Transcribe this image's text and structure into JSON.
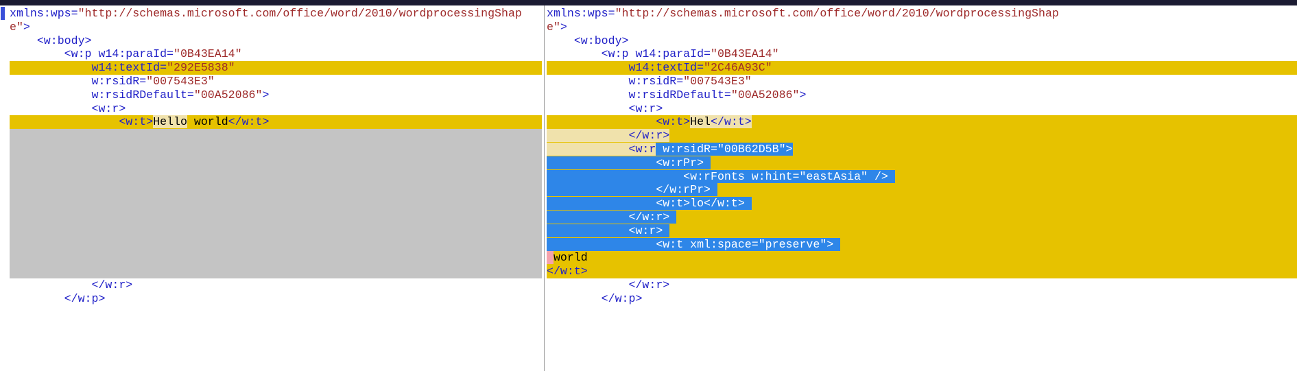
{
  "colors": {
    "top_bar": "#1b1b32",
    "marker": "#3a50d9",
    "divider_line": "#9a9a9a",
    "pane_bg": "#ffffff",
    "gold": "#e6c200",
    "pale": "#f0e2ac",
    "filler_gray": "#c4c4c4",
    "selection": "#2e86e8",
    "pink": "#f5a3ad",
    "markup": "#2121c8",
    "string": "#9e2a2a",
    "plain": "#000000",
    "selected_text": "#ffffff"
  },
  "panes": {
    "left": {
      "lines": [
        {
          "segs": [
            {
              "t": "xmlns:wps=",
              "c": "markup"
            },
            {
              "t": "\"http://schemas.microsoft.com/office/word/2010/wordprocessingShap",
              "c": "string"
            }
          ]
        },
        {
          "segs": [
            {
              "t": "e\"",
              "c": "string"
            },
            {
              "t": ">",
              "c": "markup"
            }
          ]
        },
        {
          "segs": [
            {
              "t": "    <w:body>",
              "c": "markup"
            }
          ]
        },
        {
          "segs": [
            {
              "t": "        <w:p w14:paraId=",
              "c": "markup"
            },
            {
              "t": "\"0B43EA14\"",
              "c": "string"
            }
          ]
        },
        {
          "bg": "gold",
          "segs": [
            {
              "t": "            w14:textId=",
              "c": "markup"
            },
            {
              "t": "\"292E5838\"",
              "c": "string"
            }
          ]
        },
        {
          "segs": [
            {
              "t": "            w:rsidR=",
              "c": "markup"
            },
            {
              "t": "\"007543E3\"",
              "c": "string"
            }
          ]
        },
        {
          "segs": [
            {
              "t": "            w:rsidRDefault=",
              "c": "markup"
            },
            {
              "t": "\"00A52086\"",
              "c": "string"
            },
            {
              "t": ">",
              "c": "markup"
            }
          ]
        },
        {
          "segs": [
            {
              "t": "            <w:r>",
              "c": "markup"
            }
          ]
        },
        {
          "bg": "gold",
          "segs": [
            {
              "t": "                <w:t>",
              "c": "markup"
            },
            {
              "t": "Hello",
              "c": "plain",
              "b": "pale"
            },
            {
              "t": " world",
              "c": "plain"
            },
            {
              "t": "</w:t>",
              "c": "markup"
            }
          ]
        },
        {
          "filler": true,
          "rows": 11
        },
        {
          "segs": [
            {
              "t": "            </w:r>",
              "c": "markup"
            }
          ]
        },
        {
          "segs": [
            {
              "t": "        </w:p>",
              "c": "markup"
            }
          ]
        }
      ]
    },
    "right": {
      "lines": [
        {
          "segs": [
            {
              "t": "xmlns:wps=",
              "c": "markup"
            },
            {
              "t": "\"http://schemas.microsoft.com/office/word/2010/wordprocessingShap",
              "c": "string"
            }
          ]
        },
        {
          "segs": [
            {
              "t": "e\"",
              "c": "string"
            },
            {
              "t": ">",
              "c": "markup"
            }
          ]
        },
        {
          "segs": [
            {
              "t": "    <w:body>",
              "c": "markup"
            }
          ]
        },
        {
          "segs": [
            {
              "t": "        <w:p w14:paraId=",
              "c": "markup"
            },
            {
              "t": "\"0B43EA14\"",
              "c": "string"
            }
          ]
        },
        {
          "bg": "gold",
          "segs": [
            {
              "t": "            w14:textId=",
              "c": "markup"
            },
            {
              "t": "\"2C46A93C\"",
              "c": "string"
            }
          ]
        },
        {
          "segs": [
            {
              "t": "            w:rsidR=",
              "c": "markup"
            },
            {
              "t": "\"007543E3\"",
              "c": "string"
            }
          ]
        },
        {
          "segs": [
            {
              "t": "            w:rsidRDefault=",
              "c": "markup"
            },
            {
              "t": "\"00A52086\"",
              "c": "string"
            },
            {
              "t": ">",
              "c": "markup"
            }
          ]
        },
        {
          "segs": [
            {
              "t": "            <w:r>",
              "c": "markup"
            }
          ]
        },
        {
          "bg": "gold",
          "segs": [
            {
              "t": "                <w:t>",
              "c": "markup"
            },
            {
              "t": "Hel",
              "c": "plain",
              "b": "pale"
            },
            {
              "t": "</w:t>",
              "c": "markup",
              "b": "pale"
            }
          ]
        },
        {
          "bg": "gold",
          "segs": [
            {
              "t": "            </w:r>",
              "c": "markup",
              "b": "pale"
            }
          ]
        },
        {
          "bg": "gold",
          "segs": [
            {
              "t": "            <w:r",
              "c": "markup",
              "b": "pale"
            },
            {
              "t": " w:rsidR=\"00B62D5B\">",
              "c": "white",
              "b": "sel"
            }
          ]
        },
        {
          "bg": "gold",
          "segs": [
            {
              "t": "                <w:rPr> ",
              "c": "white",
              "b": "sel"
            }
          ]
        },
        {
          "bg": "gold",
          "segs": [
            {
              "t": "                    <w:rFonts w:hint=\"eastAsia\" /> ",
              "c": "white",
              "b": "sel"
            }
          ]
        },
        {
          "bg": "gold",
          "segs": [
            {
              "t": "                </w:rPr> ",
              "c": "white",
              "b": "sel"
            }
          ]
        },
        {
          "bg": "gold",
          "segs": [
            {
              "t": "                <w:t>lo</w:t> ",
              "c": "white",
              "b": "sel"
            }
          ]
        },
        {
          "bg": "gold",
          "segs": [
            {
              "t": "            </w:r> ",
              "c": "white",
              "b": "sel"
            }
          ]
        },
        {
          "bg": "gold",
          "segs": [
            {
              "t": "            <w:r> ",
              "c": "white",
              "b": "sel"
            }
          ]
        },
        {
          "bg": "gold",
          "segs": [
            {
              "t": "                <w:t xml:space=\"preserve\"> ",
              "c": "white",
              "b": "sel"
            }
          ]
        },
        {
          "bg": "gold",
          "segs": [
            {
              "t": " ",
              "c": "plain",
              "b": "pink"
            },
            {
              "t": "world",
              "c": "plain"
            }
          ]
        },
        {
          "bg": "gold",
          "segs": [
            {
              "t": "</w:t>",
              "c": "markup"
            }
          ]
        },
        {
          "segs": [
            {
              "t": "            </w:r>",
              "c": "markup"
            }
          ]
        },
        {
          "segs": [
            {
              "t": "        </w:p>",
              "c": "markup"
            }
          ]
        }
      ]
    }
  }
}
